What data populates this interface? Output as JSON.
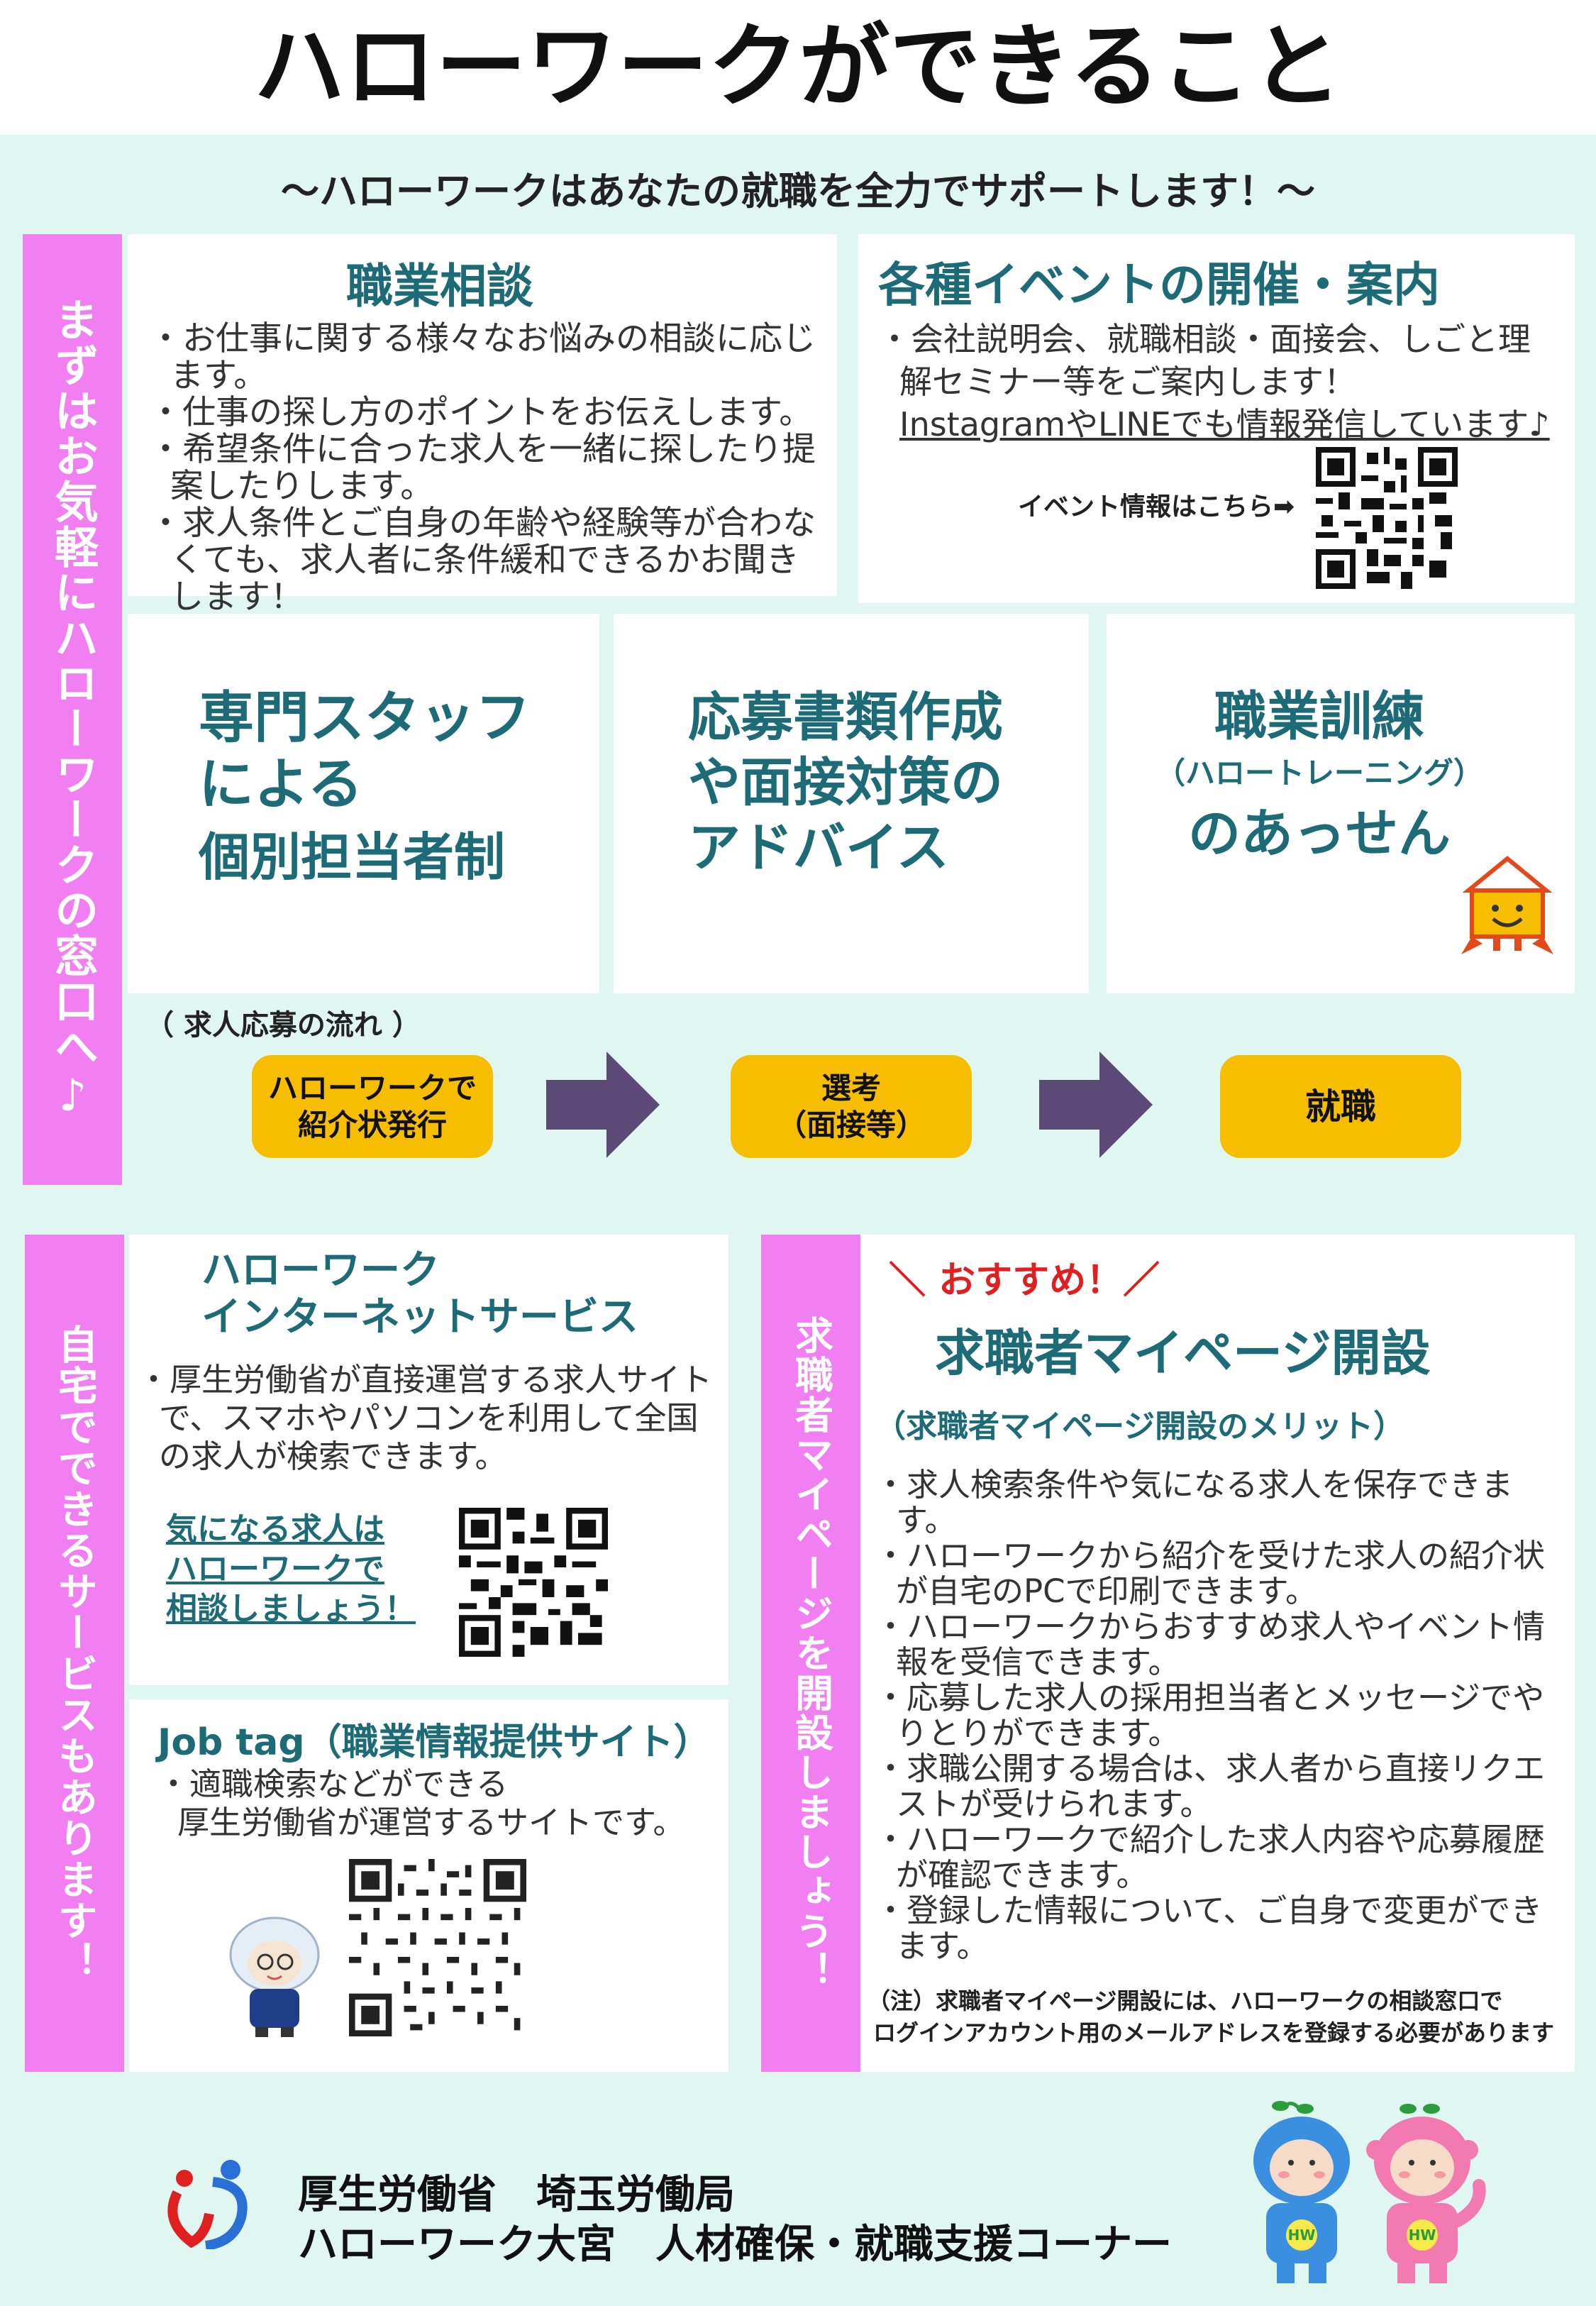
{
  "header": {
    "title": "ハローワークができること"
  },
  "subtitle": "〜ハローワークはあなたの就職を全力でサポートします！〜",
  "side_top": {
    "label": "まずはお気軽にハローワークの窓口へ♪"
  },
  "consult": {
    "title": "職業相談",
    "items": [
      "・お仕事に関する様々なお悩みの相談に応じます。",
      "・仕事の探し方のポイントをお伝えします。",
      "・希望条件に合った求人を一緒に探したり提案したりします。",
      "・求人条件とご自身の年齢や経験等が合わなくても、求人者に条件緩和できるかお聞きします！"
    ]
  },
  "events": {
    "title": "各種イベントの開催・案内",
    "line1": "・会社説明会、就職相談・面接会、しごと理解セミナー等をご案内します！",
    "line2": "InstagramやLINEでも情報発信しています♪",
    "qr_caption": "イベント情報はこちら➡"
  },
  "features": [
    {
      "line1": "専門スタッフ",
      "line2": "による",
      "line3": "個別担当者制"
    },
    {
      "line1": "応募書類作成",
      "line2": "や面接対策の",
      "line3": "アドバイス"
    },
    {
      "line1": "職業訓練",
      "line2": "（ハロートレーニング）",
      "line3": "のあっせん"
    }
  ],
  "flow": {
    "label": "（ 求人応募の流れ ）",
    "steps": [
      {
        "line1": "ハローワークで",
        "line2": "紹介状発行"
      },
      {
        "line1": "選考",
        "line2": "（面接等）"
      },
      {
        "line1": "就職",
        "line2": ""
      }
    ]
  },
  "side_mid": {
    "label": "自宅でできるサービスもあります！"
  },
  "internet": {
    "title1": "ハローワーク",
    "title2": "インターネットサービス",
    "text": "・厚生労働省が直接運営する求人サイトで、スマホやパソコンを利用して全国の求人が検索できます。",
    "link1": "気になる求人は",
    "link2": "ハローワークで",
    "link3": "相談しましょう！"
  },
  "jobtag": {
    "title": "Job tag（職業情報提供サイト）",
    "line1": "・適職検索などができる",
    "line2": "厚生労働省が運営するサイトです。"
  },
  "side_right": {
    "label": "求職者マイページを開設しましょう！"
  },
  "mypage": {
    "recommend": "＼ おすすめ！／",
    "title": "求職者マイページ開設",
    "subtitle": "（求職者マイページ開設のメリット）",
    "items": [
      "・求人検索条件や気になる求人を保存できます。",
      "・ハローワークから紹介を受けた求人の紹介状が自宅のPCで印刷できます。",
      "・ハローワークからおすすめ求人やイベント情報を受信できます。",
      "・応募した求人の採用担当者とメッセージでやりとりができます。",
      "・求職公開する場合は、求人者から直接リクエストが受けられます。",
      "・ハローワークで紹介した求人内容や応募履歴が確認できます。",
      "・登録した情報について、ご自身で変更ができます。"
    ],
    "note1": "（注）求職者マイページ開設には、ハローワークの相談窓口で",
    "note2": "ログインアカウント用のメールアドレスを登録する必要があります"
  },
  "footer": {
    "line1": "厚生労働省　埼玉労働局",
    "line2": "ハローワーク大宮　人材確保・就職支援コーナー",
    "mascot_text": "HW"
  },
  "colors": {
    "pink": "#f27ff2",
    "teal": "#1e6b78",
    "pill": "#f7be00",
    "arrow": "#5a4a75",
    "bg": "#dff6f1",
    "red": "#e02020"
  }
}
